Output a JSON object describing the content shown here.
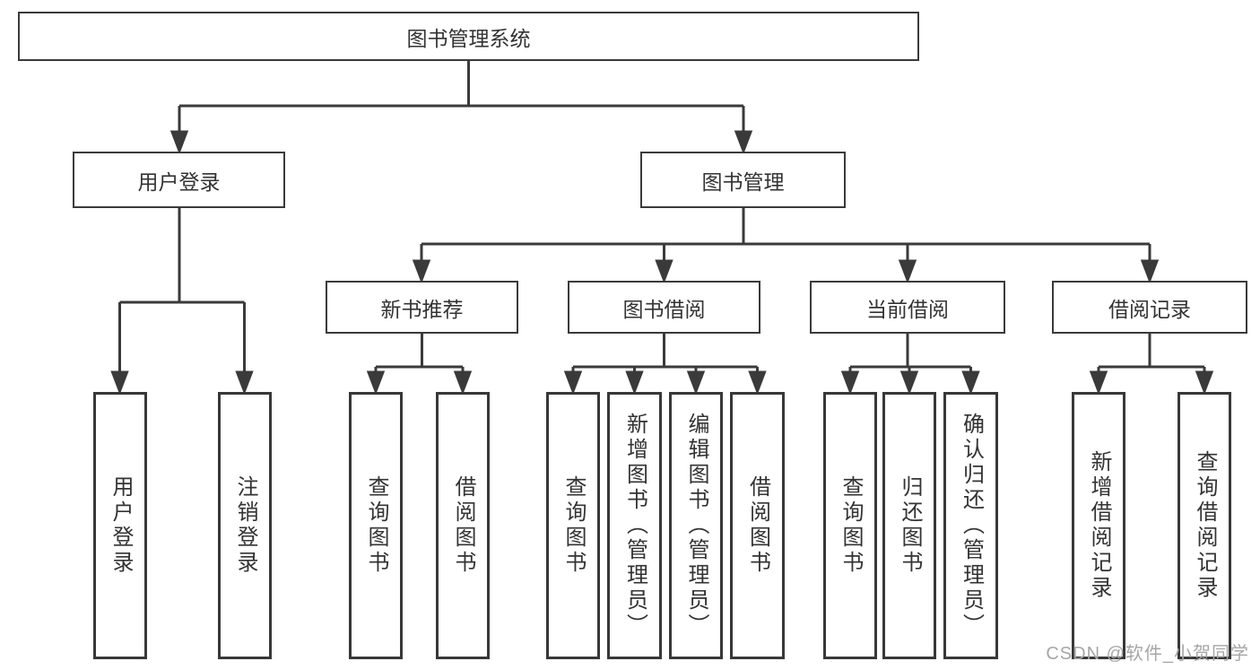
{
  "diagram": {
    "root": {
      "label": "图书管理系统"
    },
    "branches": [
      {
        "label": "用户登录",
        "children": [
          {
            "label": "用户登录"
          },
          {
            "label": "注销登录"
          }
        ]
      },
      {
        "label": "图书管理",
        "children": [
          {
            "label": "新书推荐",
            "children": [
              {
                "label": "查询图书"
              },
              {
                "label": "借阅图书"
              }
            ]
          },
          {
            "label": "图书借阅",
            "children": [
              {
                "label": "查询图书"
              },
              {
                "label": "新增图书（管理员）"
              },
              {
                "label": "编辑图书（管理员）"
              },
              {
                "label": "借阅图书"
              }
            ]
          },
          {
            "label": "当前借阅",
            "children": [
              {
                "label": "查询图书"
              },
              {
                "label": "归还图书"
              },
              {
                "label": "确认归还（管理员）"
              }
            ]
          },
          {
            "label": "借阅记录",
            "children": [
              {
                "label": "新增借阅记录"
              },
              {
                "label": "查询借阅记录"
              }
            ]
          }
        ]
      }
    ]
  },
  "watermark": "CSDN @软件_小贺同学",
  "colors": {
    "line": "#3a3a3a",
    "text": "#333333",
    "box_background": "#ffffff",
    "watermark": "#a6a6a6"
  }
}
